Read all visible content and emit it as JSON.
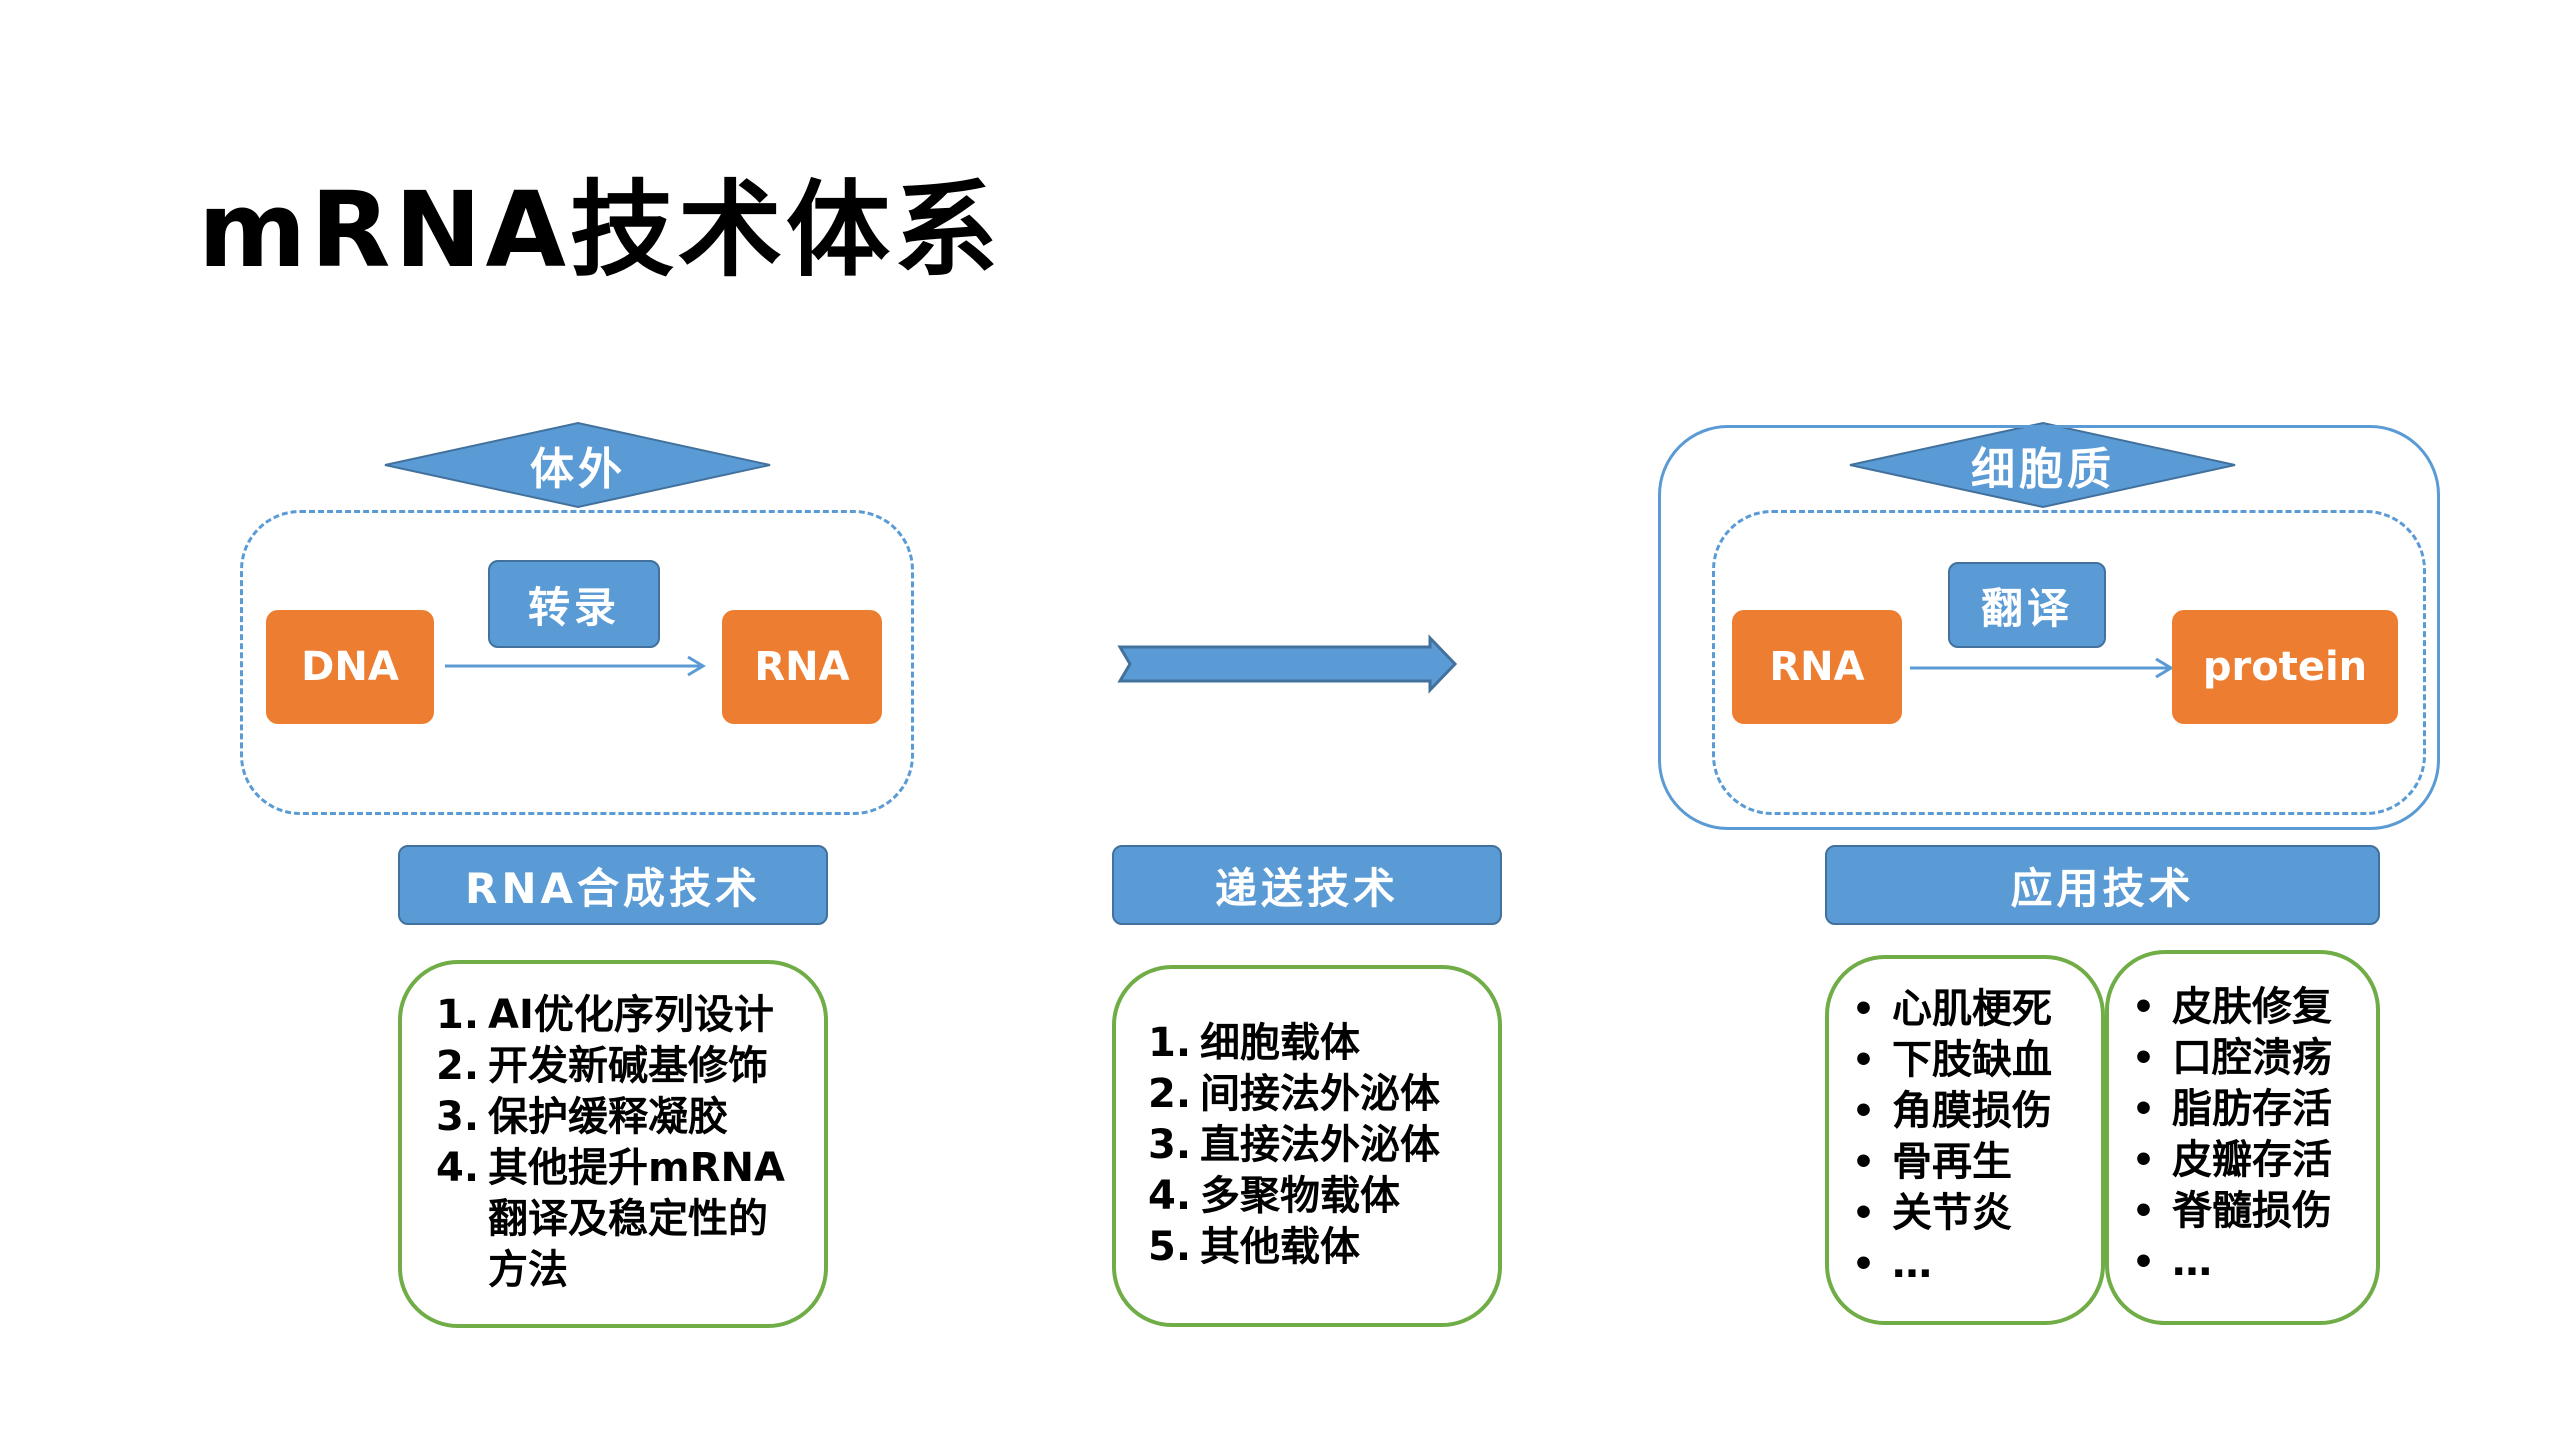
{
  "title": "mRNA技术体系",
  "left_section": {
    "region_label": "体外",
    "process_label": "转录",
    "source": "DNA",
    "product": "RNA",
    "category": "RNA合成技术",
    "items": [
      {
        "num": "1.",
        "lines": [
          "AI优化序列设计"
        ]
      },
      {
        "num": "2.",
        "lines": [
          "开发新碱基修饰"
        ]
      },
      {
        "num": "3.",
        "lines": [
          "保护缓释凝胶"
        ]
      },
      {
        "num": "4.",
        "lines": [
          "其他提升mRNA",
          "翻译及稳定性的",
          "方法"
        ]
      }
    ]
  },
  "middle_section": {
    "category": "递送技术",
    "items": [
      {
        "num": "1.",
        "text": "细胞载体"
      },
      {
        "num": "2.",
        "text": "间接法外泌体"
      },
      {
        "num": "3.",
        "text": "直接法外泌体"
      },
      {
        "num": "4.",
        "text": "多聚物载体"
      },
      {
        "num": "5.",
        "text": "其他载体"
      }
    ]
  },
  "right_section": {
    "region_label": "细胞质",
    "process_label": "翻译",
    "source": "RNA",
    "product": "protein",
    "category": "应用技术",
    "bullet": "•",
    "list_left": [
      "心肌梗死",
      "下肢缺血",
      "角膜损伤",
      "骨再生",
      "关节炎",
      "…"
    ],
    "list_right": [
      "皮肤修复",
      "口腔溃疡",
      "脂肪存活",
      "皮瓣存活",
      "脊髓损伤",
      "…"
    ]
  },
  "colors": {
    "blue_fill": "#5b9bd5",
    "blue_border": "#41719c",
    "orange_fill": "#ed7d31",
    "green_border": "#70ad47"
  }
}
